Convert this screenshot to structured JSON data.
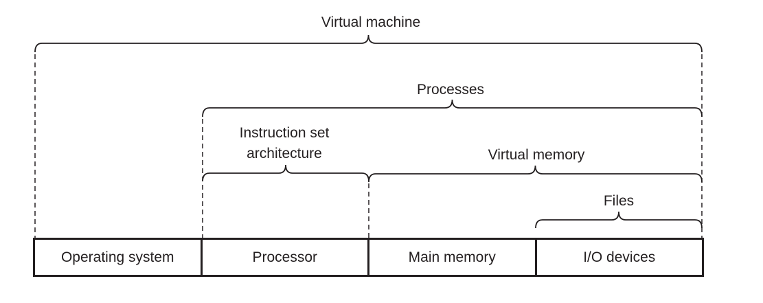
{
  "diagram": {
    "background_color": "#ffffff",
    "line_color": "#231f20",
    "text_color": "#231f20",
    "abstractions": {
      "virtual_machine": "Virtual machine",
      "processes": "Processes",
      "instruction_set_line1": "Instruction set",
      "instruction_set_line2": "architecture",
      "virtual_memory": "Virtual memory",
      "files": "Files"
    },
    "hardware_boxes": [
      {
        "label": "Operating system"
      },
      {
        "label": "Processor"
      },
      {
        "label": "Main memory"
      },
      {
        "label": "I/O devices"
      }
    ]
  }
}
